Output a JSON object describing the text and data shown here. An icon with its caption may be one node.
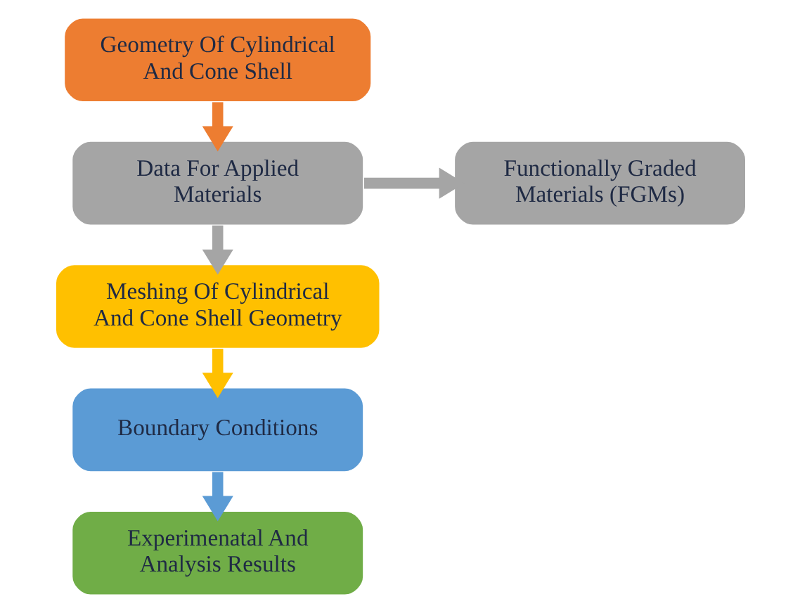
{
  "diagram": {
    "nodes": [
      {
        "text": [
          "Geometry Of Cylindrical And Cone Shell"
        ]
      },
      {
        "text": [
          "Data For Applied Materials"
        ]
      },
      {
        "text": [
          "Functionally Graded Materials (FGMs)"
        ]
      },
      {
        "text": [
          "Meshing Of Cylindrical And Cone Shell Geometry"
        ]
      },
      {
        "text": [
          "Boundary Conditions"
        ]
      },
      {
        "text": [
          "Experimenatal And Analysis Results"
        ]
      }
    ],
    "edges": [
      {
        "from": 0,
        "to": 1,
        "arrow": "to",
        "color": "#ed7d31"
      },
      {
        "from": 1,
        "to": 2,
        "arrow": "to",
        "color": "#a5a5a5"
      },
      {
        "from": 1,
        "to": 3,
        "arrow": "to",
        "color": "#a5a5a5"
      },
      {
        "from": 3,
        "to": 4,
        "arrow": "to",
        "color": "#ffc000"
      },
      {
        "from": 4,
        "to": 5,
        "arrow": "to",
        "color": "#5b9bd5"
      }
    ]
  }
}
